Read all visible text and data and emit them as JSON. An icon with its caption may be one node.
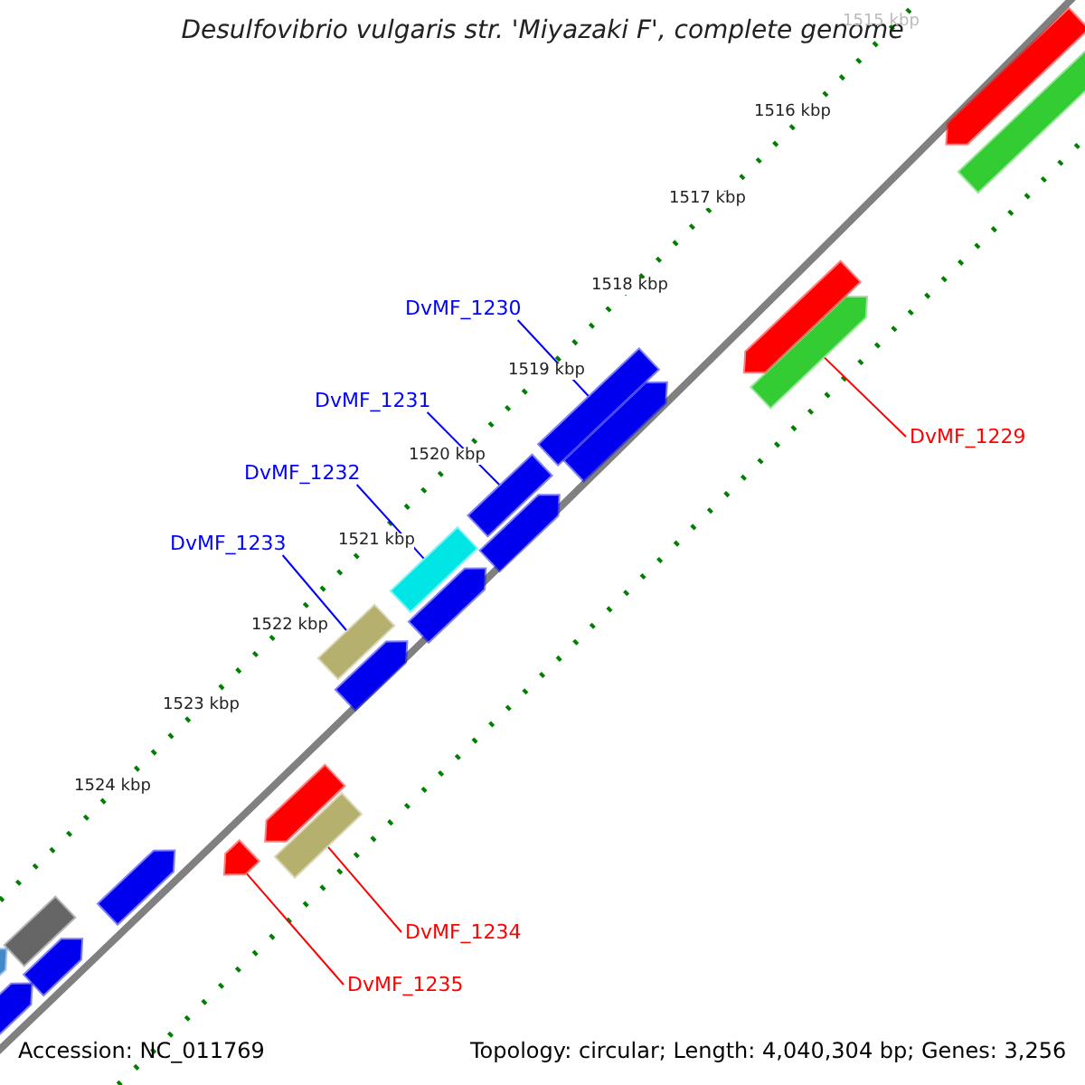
{
  "diagram": {
    "title": "Desulfovibrio vulgaris str. 'Miyazaki F', complete genome",
    "nodes": [
      {
        "text": [
          "DvMF_1230"
        ]
      },
      {
        "text": [],
        "shape": "bar"
      },
      {
        "text": [
          "DvMF_1231"
        ]
      },
      {
        "text": [],
        "shape": "bar"
      },
      {
        "text": [
          "DvMF_1229"
        ]
      },
      {
        "text": [],
        "shape": "arrow"
      },
      {
        "text": [
          "DvMF_1232"
        ]
      },
      {
        "text": [],
        "shape": "bar"
      },
      {
        "text": [
          "DvMF_1233"
        ]
      },
      {
        "text": [],
        "shape": "bar"
      },
      {
        "text": [
          "DvMF_1234"
        ]
      },
      {
        "text": [],
        "shape": "bar"
      },
      {
        "text": [
          "DvMF_1235"
        ]
      },
      {
        "text": [],
        "shape": "arrow"
      },
      {
        "text": [],
        "shape": "arrow"
      },
      {
        "text": [],
        "shape": "arrow"
      },
      {
        "text": [],
        "shape": "arrow"
      },
      {
        "text": [],
        "shape": "arrow"
      },
      {
        "text": [],
        "shape": "arrow"
      },
      {
        "text": [],
        "shape": "arrow"
      },
      {
        "text": [],
        "shape": "arrow"
      },
      {
        "text": [],
        "shape": "arrow"
      },
      {
        "text": [],
        "shape": "arrow"
      },
      {
        "text": [],
        "shape": "bar"
      },
      {
        "text": [],
        "shape": "arrow"
      },
      {
        "text": [],
        "shape": "arrow"
      },
      {
        "text": [],
        "shape": "bar"
      }
    ],
    "edges": [
      {
        "from": 0,
        "to": 1,
        "arrow": "none"
      },
      {
        "from": 2,
        "to": 3,
        "arrow": "none"
      },
      {
        "from": 4,
        "to": 5,
        "arrow": "none",
        "color": "#ff0000"
      },
      {
        "from": 6,
        "to": 7,
        "arrow": "none"
      },
      {
        "from": 8,
        "to": 9,
        "arrow": "none"
      },
      {
        "from": 10,
        "to": 11,
        "arrow": "none",
        "color": "#ff0000"
      },
      {
        "from": 12,
        "to": 13,
        "arrow": "none",
        "color": "#ff0000"
      }
    ],
    "labels": [
      "1515 kbp",
      "1516 kbp",
      "1517 kbp",
      "1518 kbp",
      "1519 kbp",
      "1520 kbp",
      "1521 kbp",
      "1522 kbp",
      "1523 kbp",
      "1524 kbp",
      "Accession: NC_011769",
      "Topology: circular; Length: 4,040,304 bp; Genes: 3,256"
    ]
  }
}
